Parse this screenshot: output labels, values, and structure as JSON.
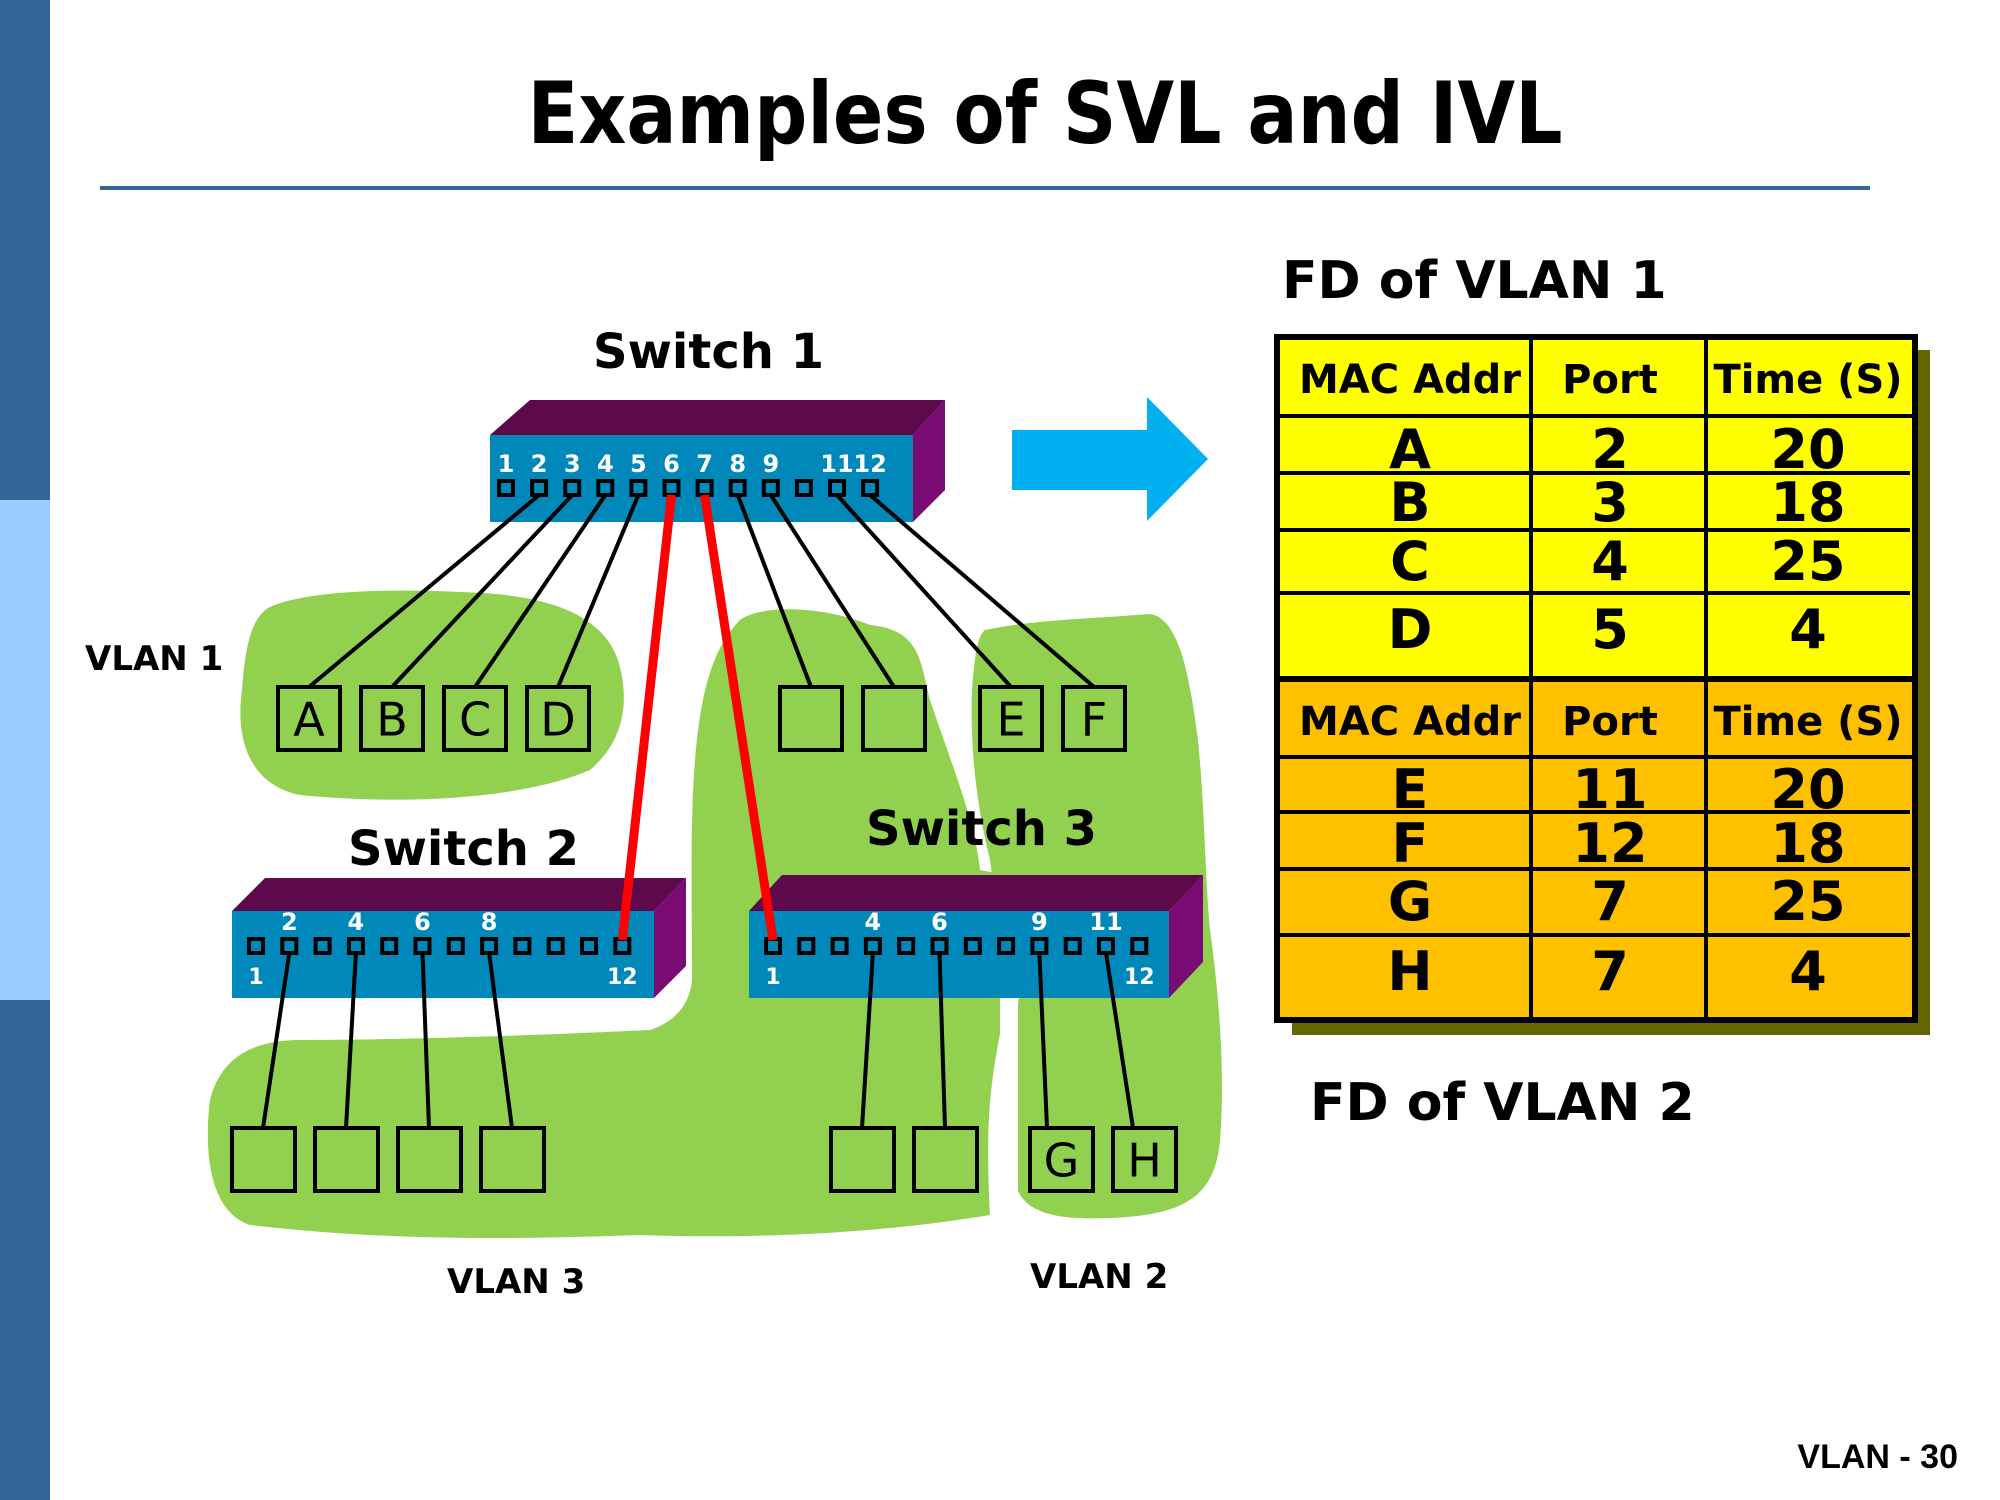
{
  "slide": {
    "title": "Examples of SVL and IVL",
    "footer": "VLAN - 30",
    "colors": {
      "sidebar_dark": "#336699",
      "sidebar_light": "#99ccff",
      "rule": "#336699",
      "vlan_region": "#92d050",
      "switch_front": "#0088bb",
      "switch_top": "#5c0a4c",
      "switch_side": "#7a0a74",
      "trunk": "#ff0000",
      "arrow": "#00b0f0",
      "table_vlan1": "#ffff00",
      "table_vlan2": "#ffc000",
      "table_shadow": "#666600"
    }
  },
  "diagram": {
    "switches": [
      {
        "id": "switch1",
        "label": "Switch 1",
        "port_labels": [
          "1",
          "2",
          "3",
          "4",
          "5",
          "6",
          "7",
          "8",
          "9",
          "11",
          "12"
        ],
        "port_count": 12
      },
      {
        "id": "switch2",
        "label": "Switch 2",
        "top_port_labels": [
          "2",
          "4",
          "6",
          "8"
        ],
        "bottom_port_labels": [
          "1",
          "12"
        ],
        "port_count": 12
      },
      {
        "id": "switch3",
        "label": "Switch 3",
        "top_port_labels": [
          "4",
          "6",
          "9",
          "11"
        ],
        "bottom_port_labels": [
          "1",
          "12"
        ],
        "port_count": 12
      }
    ],
    "vlans": [
      {
        "label": "VLAN 1"
      },
      {
        "label": "VLAN 2"
      },
      {
        "label": "VLAN 3"
      }
    ],
    "hosts_row1": [
      "A",
      "B",
      "C",
      "D",
      "",
      "",
      "E",
      "F"
    ],
    "hosts_row2": [
      "",
      "",
      "",
      "",
      "",
      "",
      "G",
      "H"
    ],
    "arrow_icon": "right-arrow"
  },
  "tables": {
    "vlan1_title": "FD of VLAN 1",
    "vlan2_title": "FD of VLAN 2",
    "headers": [
      "MAC Addr",
      "Port",
      "Time (S)"
    ],
    "vlan1_rows": [
      [
        "A",
        "2",
        "20"
      ],
      [
        "B",
        "3",
        "18"
      ],
      [
        "C",
        "4",
        "25"
      ],
      [
        "D",
        "5",
        "4"
      ]
    ],
    "vlan2_rows": [
      [
        "E",
        "11",
        "20"
      ],
      [
        "F",
        "12",
        "18"
      ],
      [
        "G",
        "7",
        "25"
      ],
      [
        "H",
        "7",
        "4"
      ]
    ]
  }
}
